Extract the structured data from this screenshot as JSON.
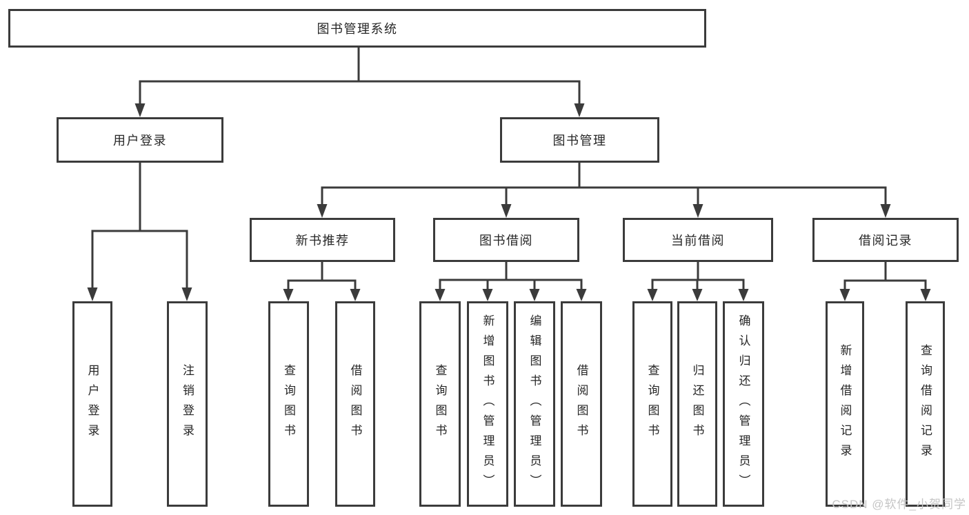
{
  "colors": {
    "line": "#3b3b3b",
    "text": "#262626",
    "watermark": "#c5c5c5",
    "background": "#ffffff"
  },
  "tree": {
    "root": {
      "label": "图书管理系统",
      "children": [
        {
          "label": "用户登录",
          "children": [
            {
              "label": "用户登录"
            },
            {
              "label": "注销登录"
            }
          ]
        },
        {
          "label": "图书管理",
          "children": [
            {
              "label": "新书推荐",
              "children": [
                {
                  "label": "查询图书"
                },
                {
                  "label": "借阅图书"
                }
              ]
            },
            {
              "label": "图书借阅",
              "children": [
                {
                  "label": "查询图书"
                },
                {
                  "label": "新增图书（管理员）"
                },
                {
                  "label": "编辑图书（管理员）"
                },
                {
                  "label": "借阅图书"
                }
              ]
            },
            {
              "label": "当前借阅",
              "children": [
                {
                  "label": "查询图书"
                },
                {
                  "label": "归还图书"
                },
                {
                  "label": "确认归还（管理员）"
                }
              ]
            },
            {
              "label": "借阅记录",
              "children": [
                {
                  "label": "新增借阅记录"
                },
                {
                  "label": "查询借阅记录"
                }
              ]
            }
          ]
        }
      ]
    }
  },
  "watermark": {
    "text": "CSDN @软件_小贺同学"
  }
}
